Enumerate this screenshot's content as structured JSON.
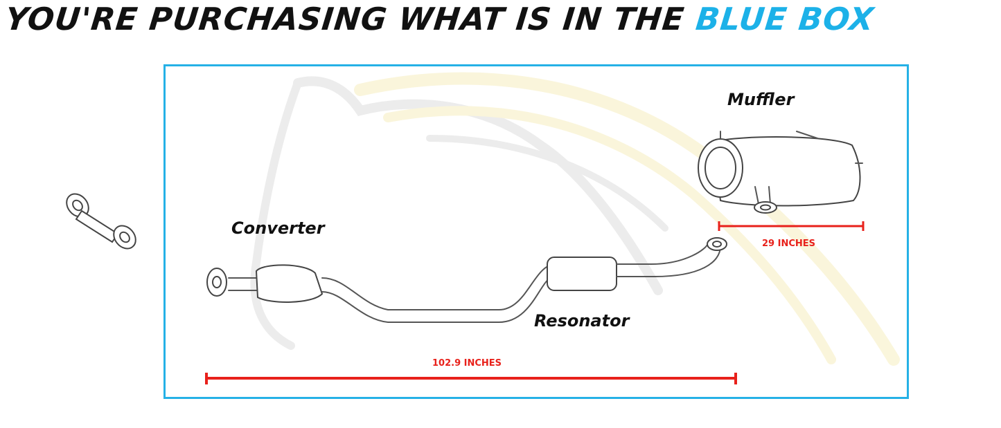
{
  "headline": {
    "text_before": "YOU'RE PURCHASING WHAT IS IN THE ",
    "text_accent": "BLUE BOX",
    "accent_color": "#1cb1e8"
  },
  "labels": {
    "muffler": "Muffler",
    "converter": "Converter",
    "resonator": "Resonator"
  },
  "dimensions": {
    "muffler_length": "29 INCHES",
    "overall_length": "102.9 INCHES",
    "line_color": "#e8211b"
  },
  "box_color": "#25b1e6"
}
